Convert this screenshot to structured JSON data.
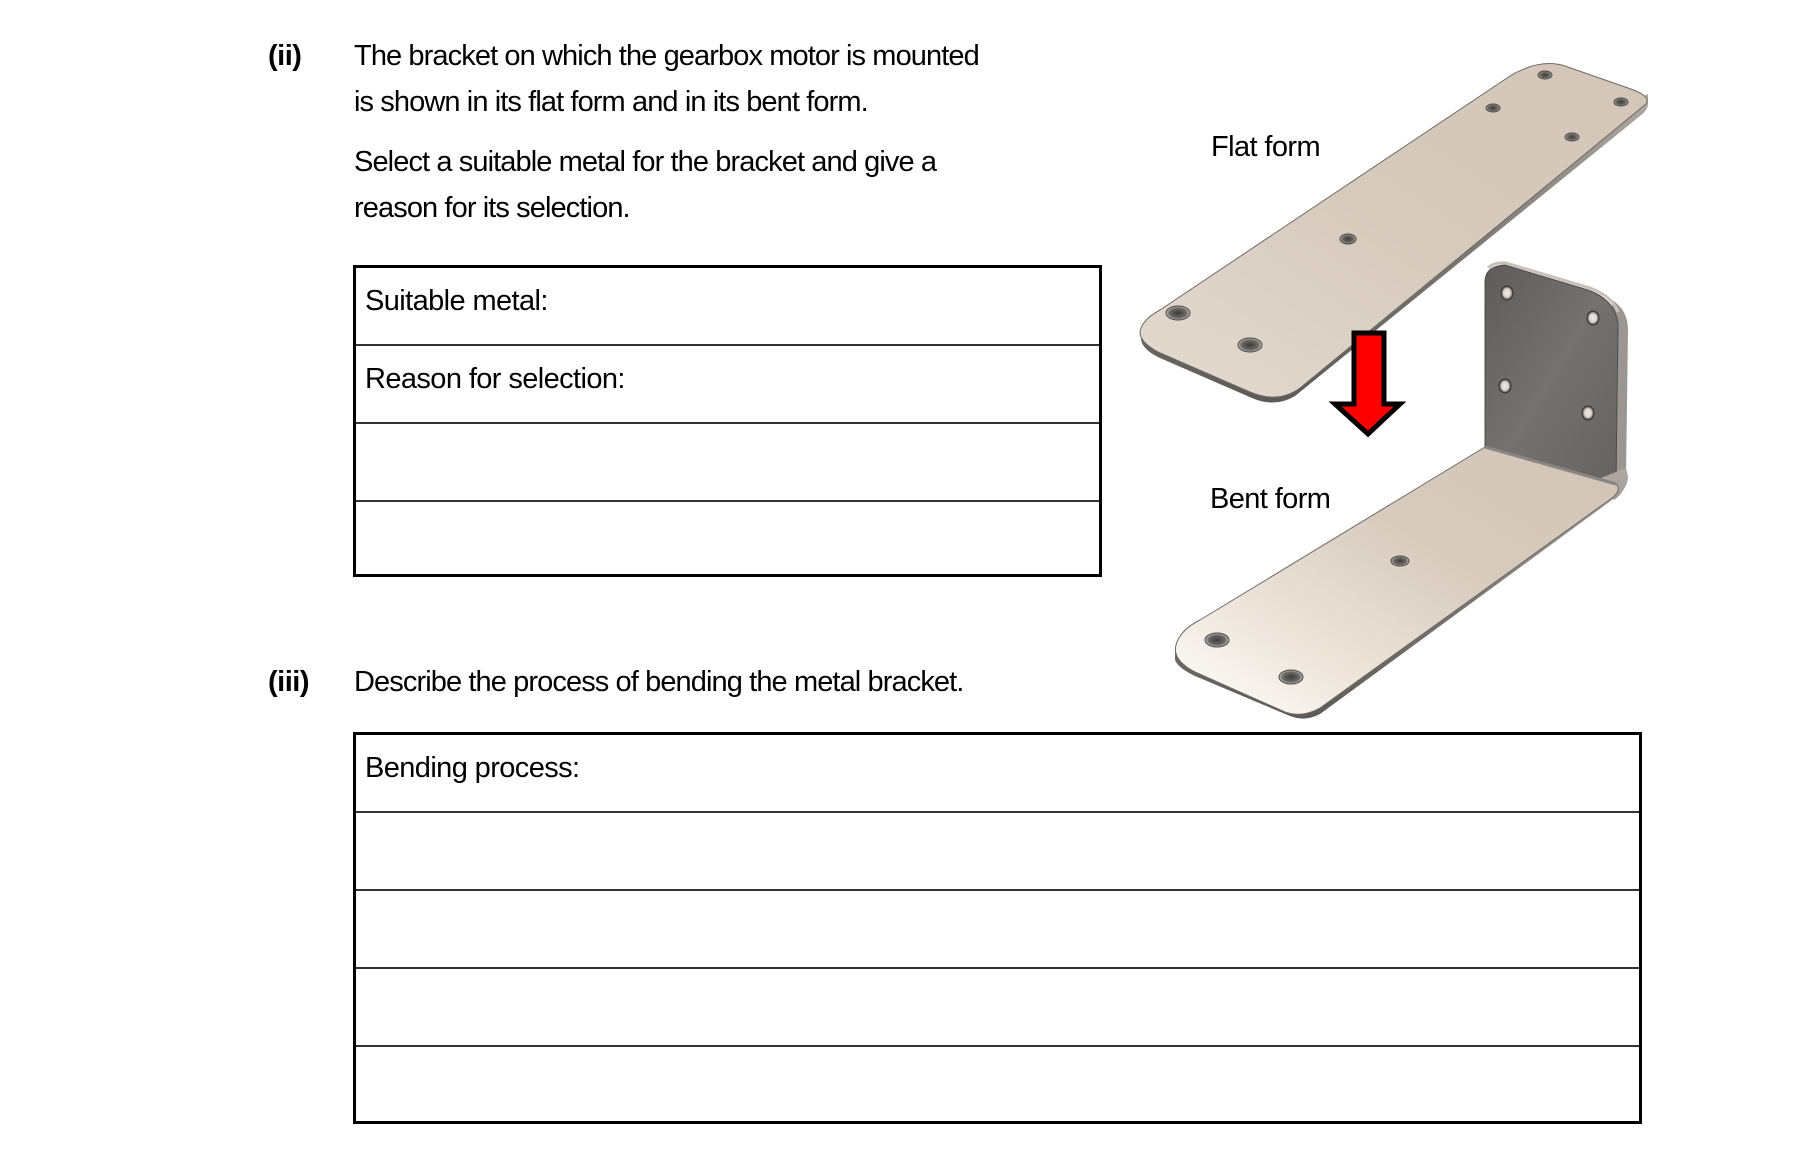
{
  "question_ii": {
    "number": "(ii)",
    "paragraph1": {
      "line1": "The bracket on which the gearbox motor is mounted",
      "line2": "is shown in its flat form and in its bent form."
    },
    "paragraph2": {
      "line1": "Select a suitable metal for the bracket and give a",
      "line2": "reason for its selection."
    },
    "answer_table": {
      "rows": [
        {
          "label": "Suitable metal:",
          "value": ""
        },
        {
          "label": "Reason for selection:",
          "value": ""
        },
        {
          "label": "",
          "value": ""
        },
        {
          "label": "",
          "value": ""
        }
      ]
    }
  },
  "figure": {
    "flat_label": "Flat form",
    "bent_label": "Bent form",
    "arrow_icon": "down-arrow-icon",
    "colors": {
      "arrow_fill": "#ff0000",
      "arrow_stroke": "#000000",
      "metal_top": "#d6cbbf",
      "metal_edge": "#8c8680",
      "metal_vertical": "#6f6d6b"
    }
  },
  "question_iii": {
    "number": "(iii)",
    "prompt": "Describe the process of bending the metal bracket.",
    "answer_table": {
      "rows": [
        {
          "label": "Bending process:",
          "value": ""
        },
        {
          "label": "",
          "value": ""
        },
        {
          "label": "",
          "value": ""
        },
        {
          "label": "",
          "value": ""
        },
        {
          "label": "",
          "value": ""
        }
      ]
    }
  }
}
